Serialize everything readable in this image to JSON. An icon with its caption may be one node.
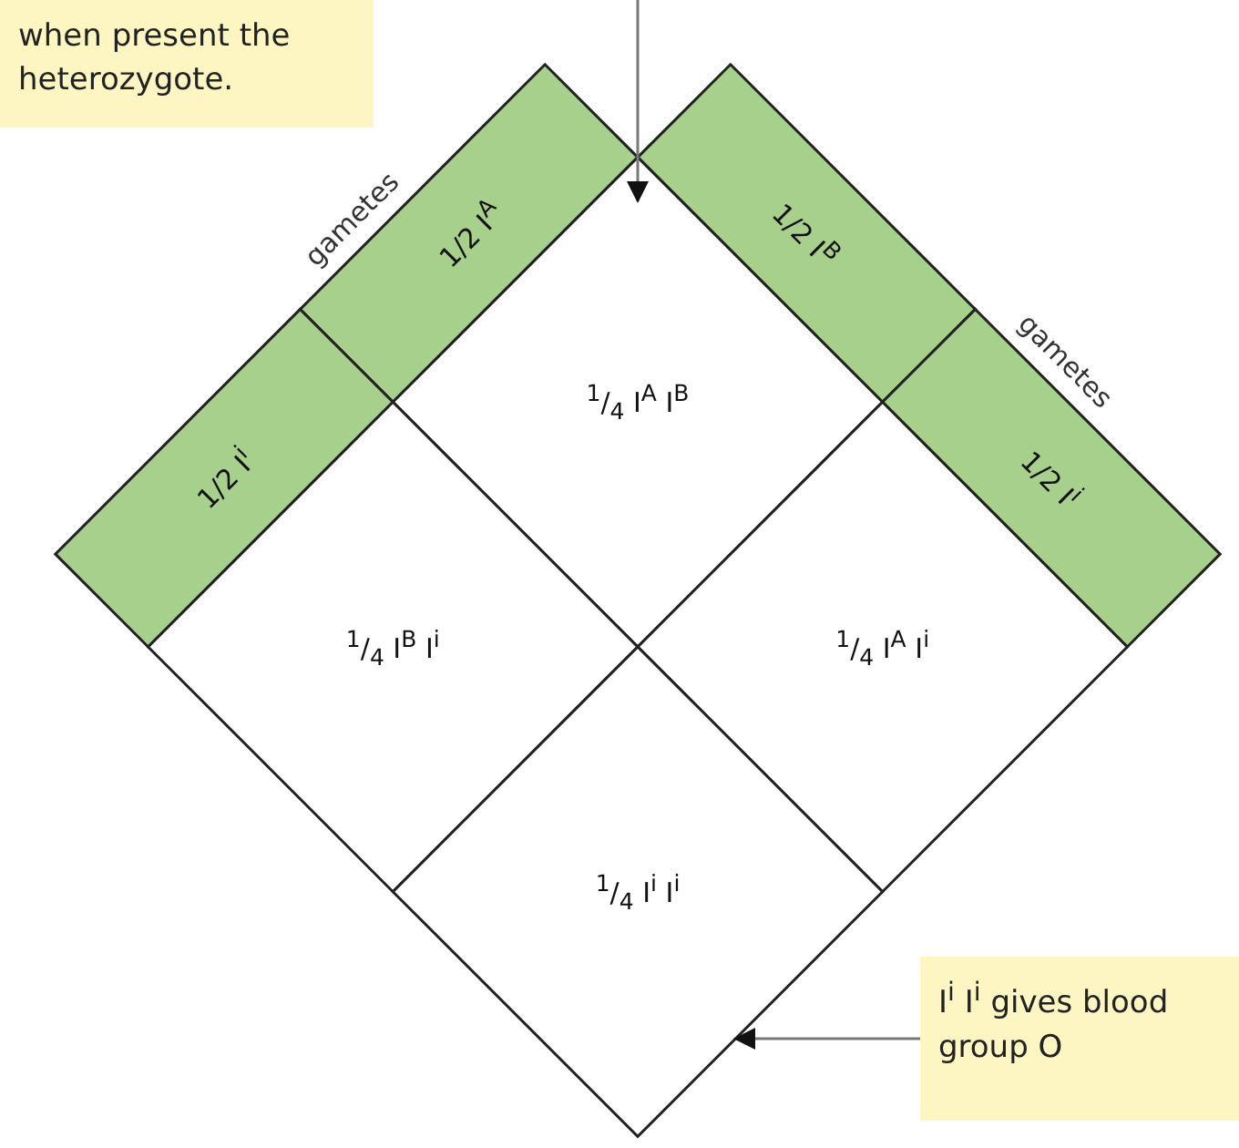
{
  "diagram": {
    "nodes": [
      {
        "text": [
          "when present the heterozygote."
        ]
      },
      {
        "text": [
          "1/2 I$^{A}$"
        ]
      },
      {
        "text": [
          "1/2 I$^{i}$"
        ]
      },
      {
        "text": [
          "1/2 I$^{B}$"
        ]
      },
      {
        "text": [
          "1/2 I$^{i}$"
        ]
      },
      {
        "text": [
          "$^{1}$/$_{4}$ I$^{A}$ I$^{B}$"
        ]
      },
      {
        "text": [
          "$^{1}$/$_{4}$ I$^{A}$ I$^{i}$"
        ]
      },
      {
        "text": [
          "$^{1}$/$_{4}$ I$^{B}$ I$^{i}$"
        ]
      },
      {
        "text": [
          "$^{1}$/$_{4}$ I$^{i}$ I$^{i}$"
        ]
      },
      {
        "text": [
          "I$^{i}$ I$^{i}$ gives blood group O"
        ]
      }
    ],
    "edges": [
      {
        "from": null,
        "to": 5,
        "arrow": "to"
      },
      {
        "from": 9,
        "to": 8,
        "arrow": "to"
      }
    ],
    "labels": [
      "gametes",
      "gametes"
    ]
  }
}
